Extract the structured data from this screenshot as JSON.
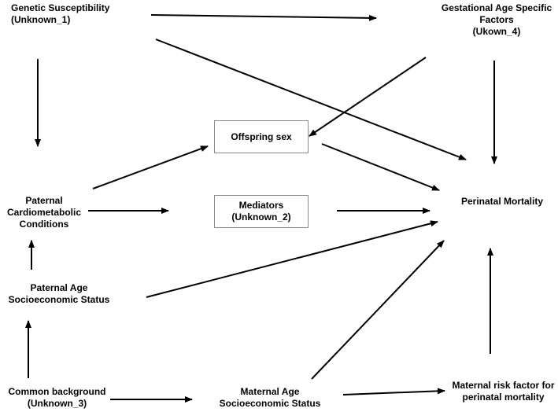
{
  "nodes": {
    "genetic": "Genetic Susceptibility\n(Unknown_1)",
    "gestational": "Gestational Age Specific\nFactors\n(Ukown_4)",
    "offspring_sex": "Offspring sex",
    "paternal_cardio": "Paternal\nCardiometabolic\nConditions",
    "mediators": "Mediators\n(Unknown_2)",
    "perinatal_mortality": "Perinatal Mortality",
    "paternal_age": "Paternal Age\nSocioeconomic Status",
    "common_background": "Common background\n(Unknown_3)",
    "maternal_age": "Maternal Age\nSocioeconomic Status",
    "maternal_risk": "Maternal risk factor for\nperinatal mortality"
  },
  "colors": {
    "text": "#000000",
    "arrow": "#000000",
    "box_border": "#8a8a8a",
    "background": "#ffffff"
  }
}
